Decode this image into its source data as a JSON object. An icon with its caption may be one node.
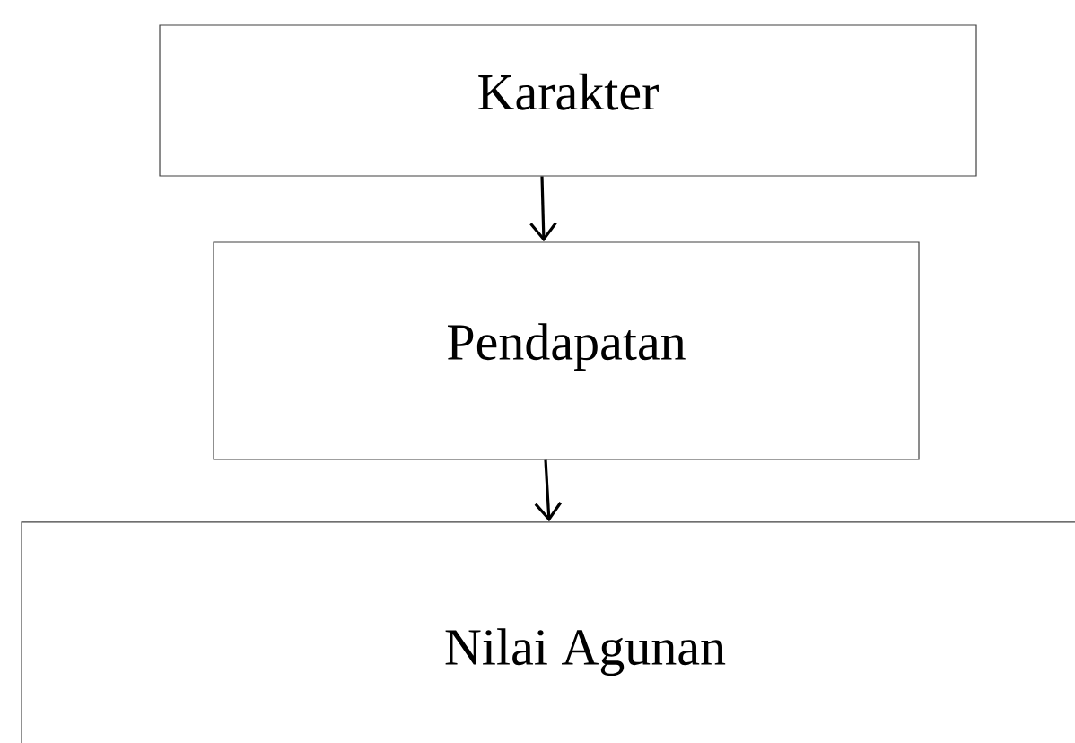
{
  "diagram": {
    "nodes": [
      {
        "text": [
          "Karakter"
        ]
      },
      {
        "text": [
          "Pendapatan"
        ]
      },
      {
        "text": [
          "Nilai Agunan"
        ]
      }
    ],
    "edges": [
      {
        "from": 0,
        "to": 1,
        "arrow": "to"
      },
      {
        "from": 1,
        "to": 2,
        "arrow": "to"
      }
    ]
  }
}
